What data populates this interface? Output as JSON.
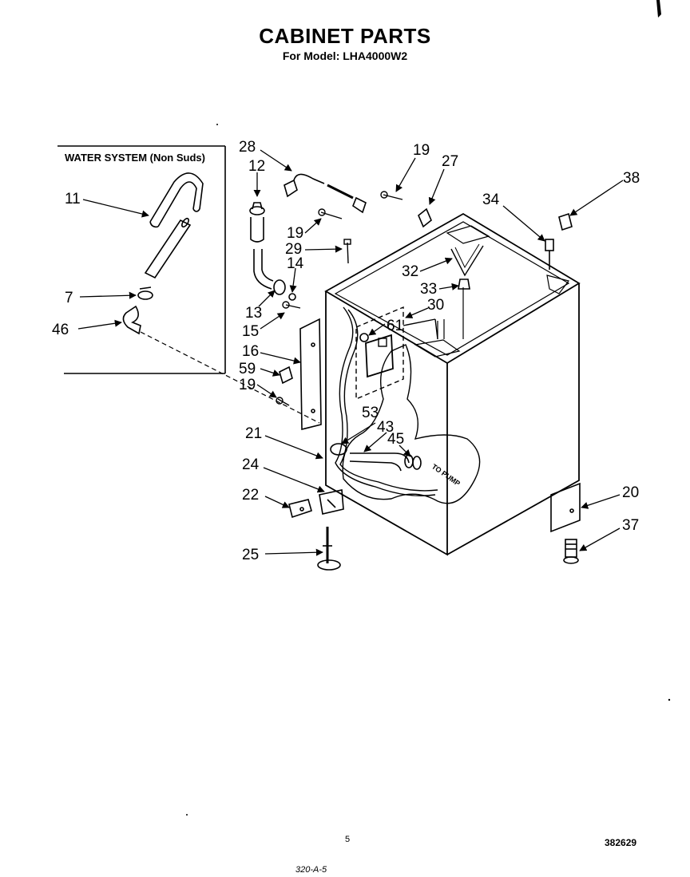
{
  "header": {
    "title": "CABINET PARTS",
    "subtitle": "For Model: LHA4000W2"
  },
  "inset": {
    "title": "WATER SYSTEM (Non Suds)"
  },
  "annotation": {
    "to_pump": "TO PUMP"
  },
  "callouts": [
    "28",
    "12",
    "19",
    "27",
    "38",
    "34",
    "19",
    "29",
    "14",
    "32",
    "33",
    "30",
    "61",
    "13",
    "15",
    "16",
    "59",
    "19",
    "53",
    "43",
    "45",
    "21",
    "24",
    "22",
    "25",
    "20",
    "37",
    "11",
    "7",
    "46"
  ],
  "footer": {
    "page_number": "5",
    "document_number": "382629",
    "handwritten": "320-A-5"
  }
}
